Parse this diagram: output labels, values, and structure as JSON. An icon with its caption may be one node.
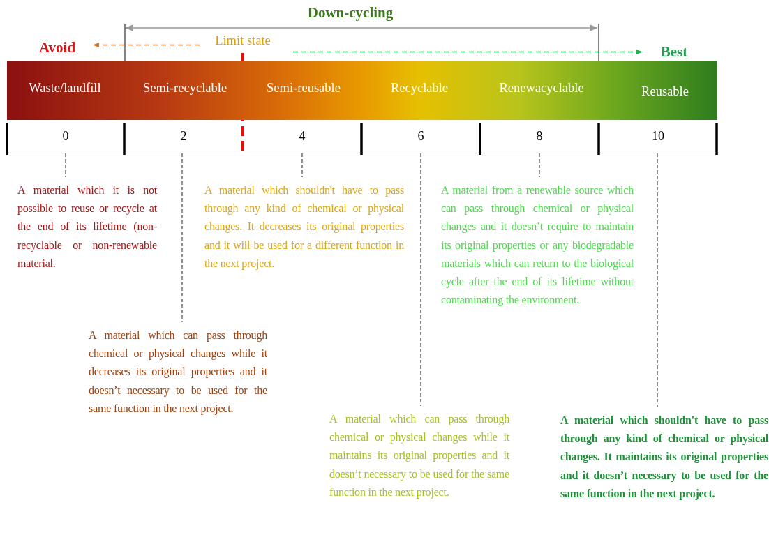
{
  "diagram": {
    "nodes": [
      {
        "text": [
          "Avoid"
        ]
      },
      {
        "text": [
          "Limit state"
        ]
      },
      {
        "text": [
          "Best"
        ]
      },
      {
        "text": [
          "0"
        ]
      },
      {
        "text": [
          "2"
        ]
      },
      {
        "text": [
          "4"
        ]
      },
      {
        "text": [
          "6"
        ]
      },
      {
        "text": [
          "8"
        ]
      },
      {
        "text": [
          "10"
        ]
      },
      {
        "text": [
          "A material which it is not possible to reuse or recycle at the end of its lifetime (non-recyclable or non-renewable material."
        ]
      },
      {
        "text": [
          "A material which can pass through chemical or physical changes while it decreases its original properties and it doesn’t necessary to be used for the same function in the next project."
        ]
      },
      {
        "text": [
          "A material which shouldn't have to pass through any kind of chemical or physical changes. It decreases its original properties and it will be used for a different function in the next project."
        ]
      },
      {
        "text": [
          "A material which can pass through chemical or physical changes while it maintains its original properties and it doesn’t necessary to be used for the same function in the next project."
        ]
      },
      {
        "text": [
          "A material from a renewable source which can pass through chemical or physical changes and it doesn’t require to maintain its original properties or any biodegradable materials which can return to the biological cycle after the end of its lifetime without contaminating the environment."
        ]
      },
      {
        "text": [
          "A material which shouldn't have to pass through any kind of chemical or physical changes. It maintains its original properties and it doesn’t necessary to be used for the same function in the next project."
        ]
      }
    ],
    "edges": [
      {
        "from": 1,
        "to": 0,
        "arrow": "to",
        "style": "dashed",
        "color": "#e07020"
      },
      {
        "from": 1,
        "to": 2,
        "arrow": "to",
        "style": "dashed",
        "color": "#20b050"
      },
      {
        "from": 3,
        "to": 9,
        "arrow": "none",
        "style": "dashed"
      },
      {
        "from": 4,
        "to": 10,
        "arrow": "none",
        "style": "dashed"
      },
      {
        "from": 5,
        "to": 11,
        "arrow": "none",
        "style": "dashed"
      },
      {
        "from": 6,
        "to": 12,
        "arrow": "none",
        "style": "dashed"
      },
      {
        "from": 7,
        "to": 13,
        "arrow": "none",
        "style": "dashed"
      },
      {
        "from": 8,
        "to": 14,
        "arrow": "none",
        "style": "dashed"
      }
    ],
    "labels": [
      "Down-cycling",
      "Waste/landfill",
      "Semi-recyclable",
      "Semi-reusable",
      "Recyclable",
      "Renewacyclable",
      "Reusable"
    ]
  }
}
